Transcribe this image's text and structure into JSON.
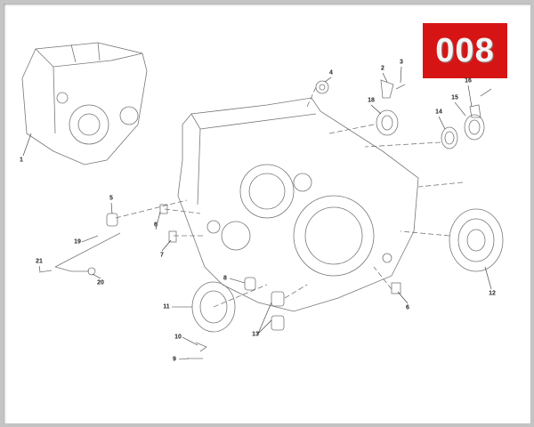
{
  "diagram_code": "008",
  "callouts": [
    "1",
    "2",
    "3",
    "4",
    "5",
    "6",
    "7",
    "8",
    "9",
    "10",
    "11",
    "12",
    "13",
    "14",
    "15",
    "16",
    "18",
    "19",
    "20",
    "21",
    "6"
  ],
  "colors": {
    "badge": "#d71414",
    "line": "#777777",
    "frame": "#c4c4c4"
  }
}
